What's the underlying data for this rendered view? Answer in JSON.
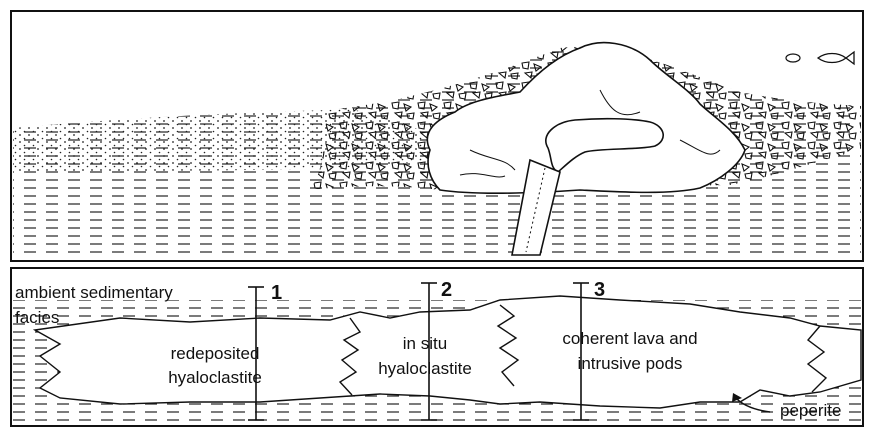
{
  "labels": {
    "ambient": "ambient sedimentary",
    "facies": "facies",
    "redeposited_1": "redeposited",
    "redeposited_2": "hyaloclastite",
    "insitu_1": "in situ",
    "insitu_2": "hyaloclastite",
    "coherent_1": "coherent lava and",
    "coherent_2": "intrusive pods",
    "peperite": "peperite"
  },
  "section_numbers": [
    "1",
    "2",
    "3"
  ]
}
